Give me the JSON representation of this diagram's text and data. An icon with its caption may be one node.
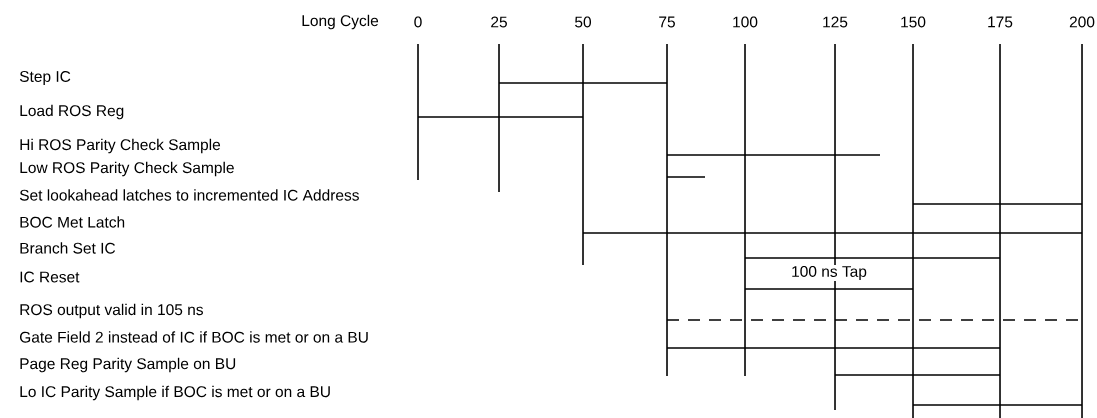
{
  "diagram": {
    "labels": [
      "Long Cycle",
      "0",
      "25",
      "50",
      "75",
      "100",
      "125",
      "150",
      "175",
      "200",
      "Step IC",
      "Load ROS Reg",
      "Hi ROS Parity Check Sample",
      "Low ROS Parity Check Sample",
      "Set lookahead latches to incremented IC Address",
      "BOC Met Latch",
      "Branch Set IC",
      "IC Reset",
      "100 ns Tap",
      "ROS output valid in 105 ns",
      "Gate Field 2 instead of IC if BOC is met or on a BU",
      "Page Reg Parity Sample on BU",
      "Lo IC Parity Sample if BOC is met or on a BU"
    ]
  }
}
